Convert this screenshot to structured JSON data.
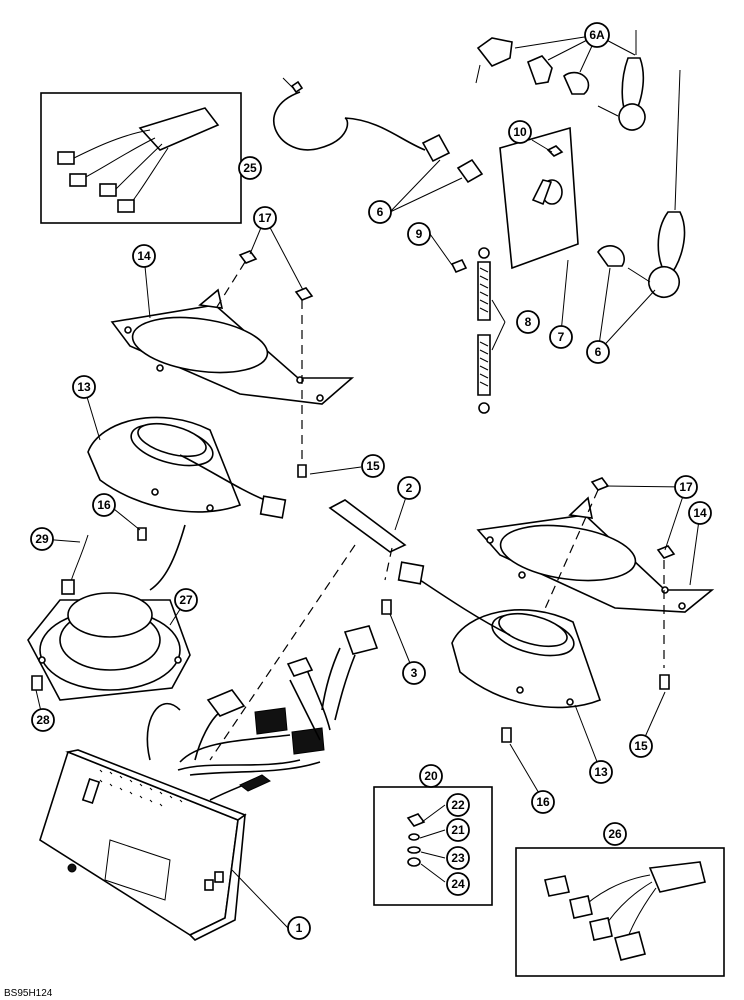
{
  "reference_code": "BS95H124",
  "callouts": {
    "c1": "1",
    "c2": "2",
    "c3": "3",
    "c6a": "6A",
    "c6_top": "6",
    "c6_right": "6",
    "c7": "7",
    "c8": "8",
    "c9": "9",
    "c10": "10",
    "c13_left": "13",
    "c13_right": "13",
    "c14_left": "14",
    "c14_right": "14",
    "c15_left": "15",
    "c15_right": "15",
    "c16_left": "16",
    "c16_right": "16",
    "c17_left": "17",
    "c17_right": "17",
    "c20": "20",
    "c21": "21",
    "c22": "22",
    "c23": "23",
    "c24": "24",
    "c25": "25",
    "c26": "26",
    "c27": "27",
    "c28": "28",
    "c29": "29"
  }
}
